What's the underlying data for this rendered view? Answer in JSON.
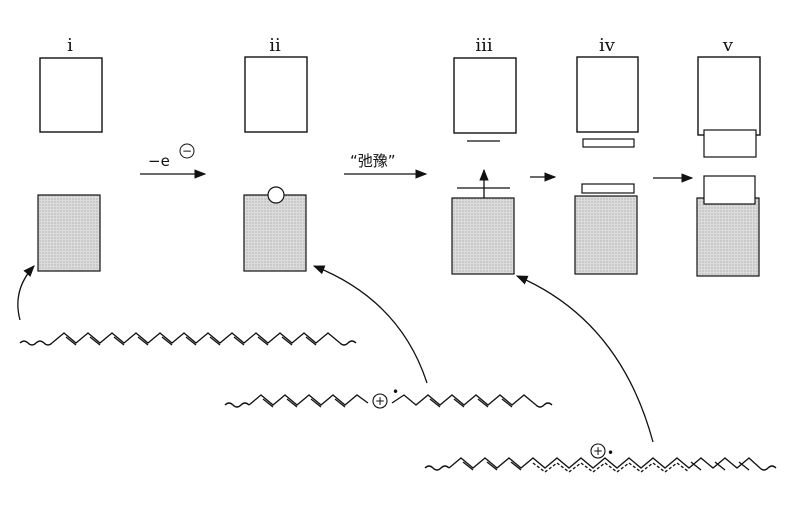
{
  "stage_labels": [
    "i",
    "ii",
    "iii",
    "iv",
    "v"
  ],
  "arrow_labels": {
    "oxidation": "−e",
    "relaxation": "“弛豫”"
  },
  "symbols": {
    "electron_charge": "−",
    "hole_charge": "+",
    "radical_dot": "•"
  },
  "colors": {
    "band_fill": "#d6d6d6",
    "line": "#111111"
  },
  "structures": [
    {
      "name": "neutral-polyene-chain"
    },
    {
      "name": "polaron-chain"
    },
    {
      "name": "delocalized-polaron-chain"
    }
  ]
}
